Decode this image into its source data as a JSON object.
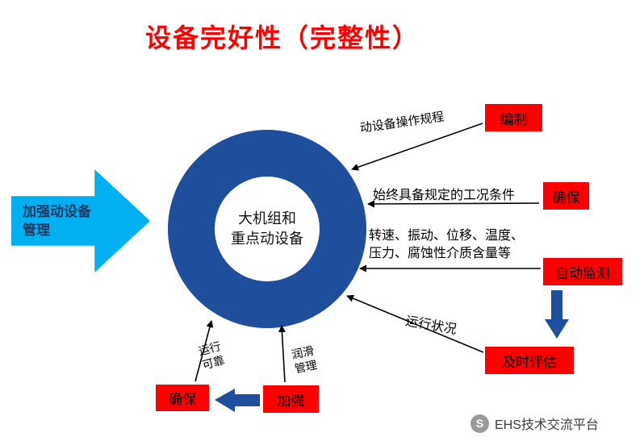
{
  "title": "设备完好性（完整性）",
  "colors": {
    "title_red": "#FF0000",
    "box_red": "#FF0000",
    "donut_blue": "#1F4E9C",
    "block_arrow_blue": "#00B0F0",
    "thick_arrow_blue": "#1F4E9C",
    "connector_black": "#000000"
  },
  "donut": {
    "center_line1": "大机组和",
    "center_line2": "重点动设备"
  },
  "left_arrow": {
    "line1": "加强动设备",
    "line2": "管理"
  },
  "boxes": {
    "compile": "编制",
    "ensure_right": "确保",
    "auto_monitor": "自动监测",
    "timely_evaluate": "及时评估",
    "ensure_bottom": "确保",
    "strengthen": "加强"
  },
  "arrow_labels": {
    "operating_procedures": "动设备操作规程",
    "working_conditions": "始终具备规定的工况条件",
    "parameters_line1": "转速、振动、位移、温度、",
    "parameters_line2": "压力、腐蚀性介质含量等",
    "running_status": "运行状况",
    "reliable_line1": "运行",
    "reliable_line2": "可靠",
    "lubrication_line1": "润滑",
    "lubrication_line2": "管理"
  },
  "watermark": {
    "logo_letter": "S",
    "text": "EHS技术交流平台"
  }
}
